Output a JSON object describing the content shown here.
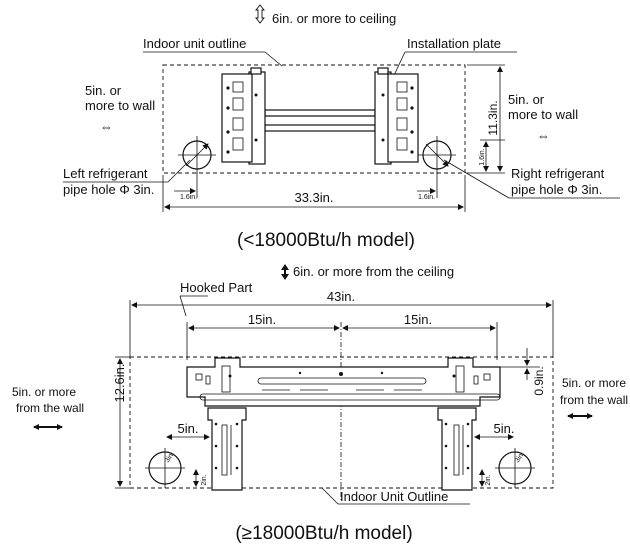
{
  "top_diagram": {
    "ceiling": "6in. or more to ceiling",
    "indoor_outline": "Indoor unit outline",
    "installation_plate": "Installation plate",
    "left_wall_1": "5in. or",
    "left_wall_2": "more to wall",
    "right_wall_1": "5in. or",
    "right_wall_2": "more to wall",
    "left_hole_1": "Left refrigerant",
    "left_hole_2": "pipe hole Φ 3in.",
    "right_hole_1": "Right refrigerant",
    "right_hole_2": "pipe hole Φ 3in.",
    "height_dim": "11.3in.",
    "width_dim": "33.3in.",
    "left_offset": "1.6in.",
    "right_offset": "1.6in.",
    "side_offset": "1.6in.",
    "caption": "(<18000Btu/h model)"
  },
  "bottom_diagram": {
    "ceiling": "6in. or more from the ceiling",
    "hooked_part": "Hooked Part",
    "width_dim": "43in.",
    "left_span": "15in.",
    "right_span": "15in.",
    "height_dim": "12.6in.",
    "top_offset": "0.9in.",
    "left_wall_1": "5in. or more",
    "left_wall_2": "from the wall",
    "right_wall_1": "5in. or more",
    "right_wall_2": "from  the wall",
    "left_hole_dim": "5in.",
    "right_hole_dim": "5in.",
    "left_hole_dia": "3in.",
    "right_hole_dia": "3in.",
    "left_hole_height": "2in.",
    "right_hole_height": "2in.",
    "outline": "Indoor Unit Outline",
    "caption": "(≥18000Btu/h model)"
  }
}
